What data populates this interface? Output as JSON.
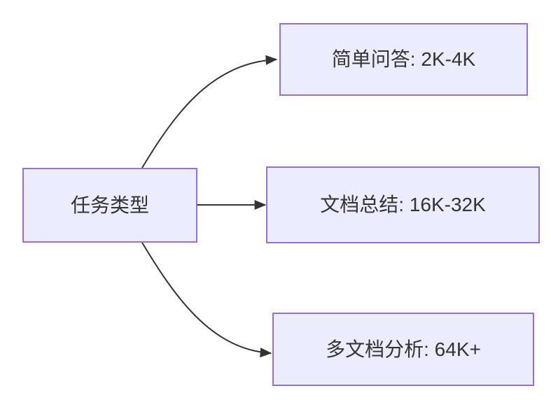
{
  "diagram": {
    "root": {
      "label": "任务类型"
    },
    "branches": [
      {
        "label": "简单问答: 2K-4K"
      },
      {
        "label": "文档总结: 16K-32K"
      },
      {
        "label": "多文档分析: 64K+"
      }
    ],
    "colors": {
      "node_fill": "#ECECFF",
      "node_border": "#9370DB",
      "text": "#333333",
      "arrow": "#333333",
      "background": "#FFFFFF"
    }
  }
}
